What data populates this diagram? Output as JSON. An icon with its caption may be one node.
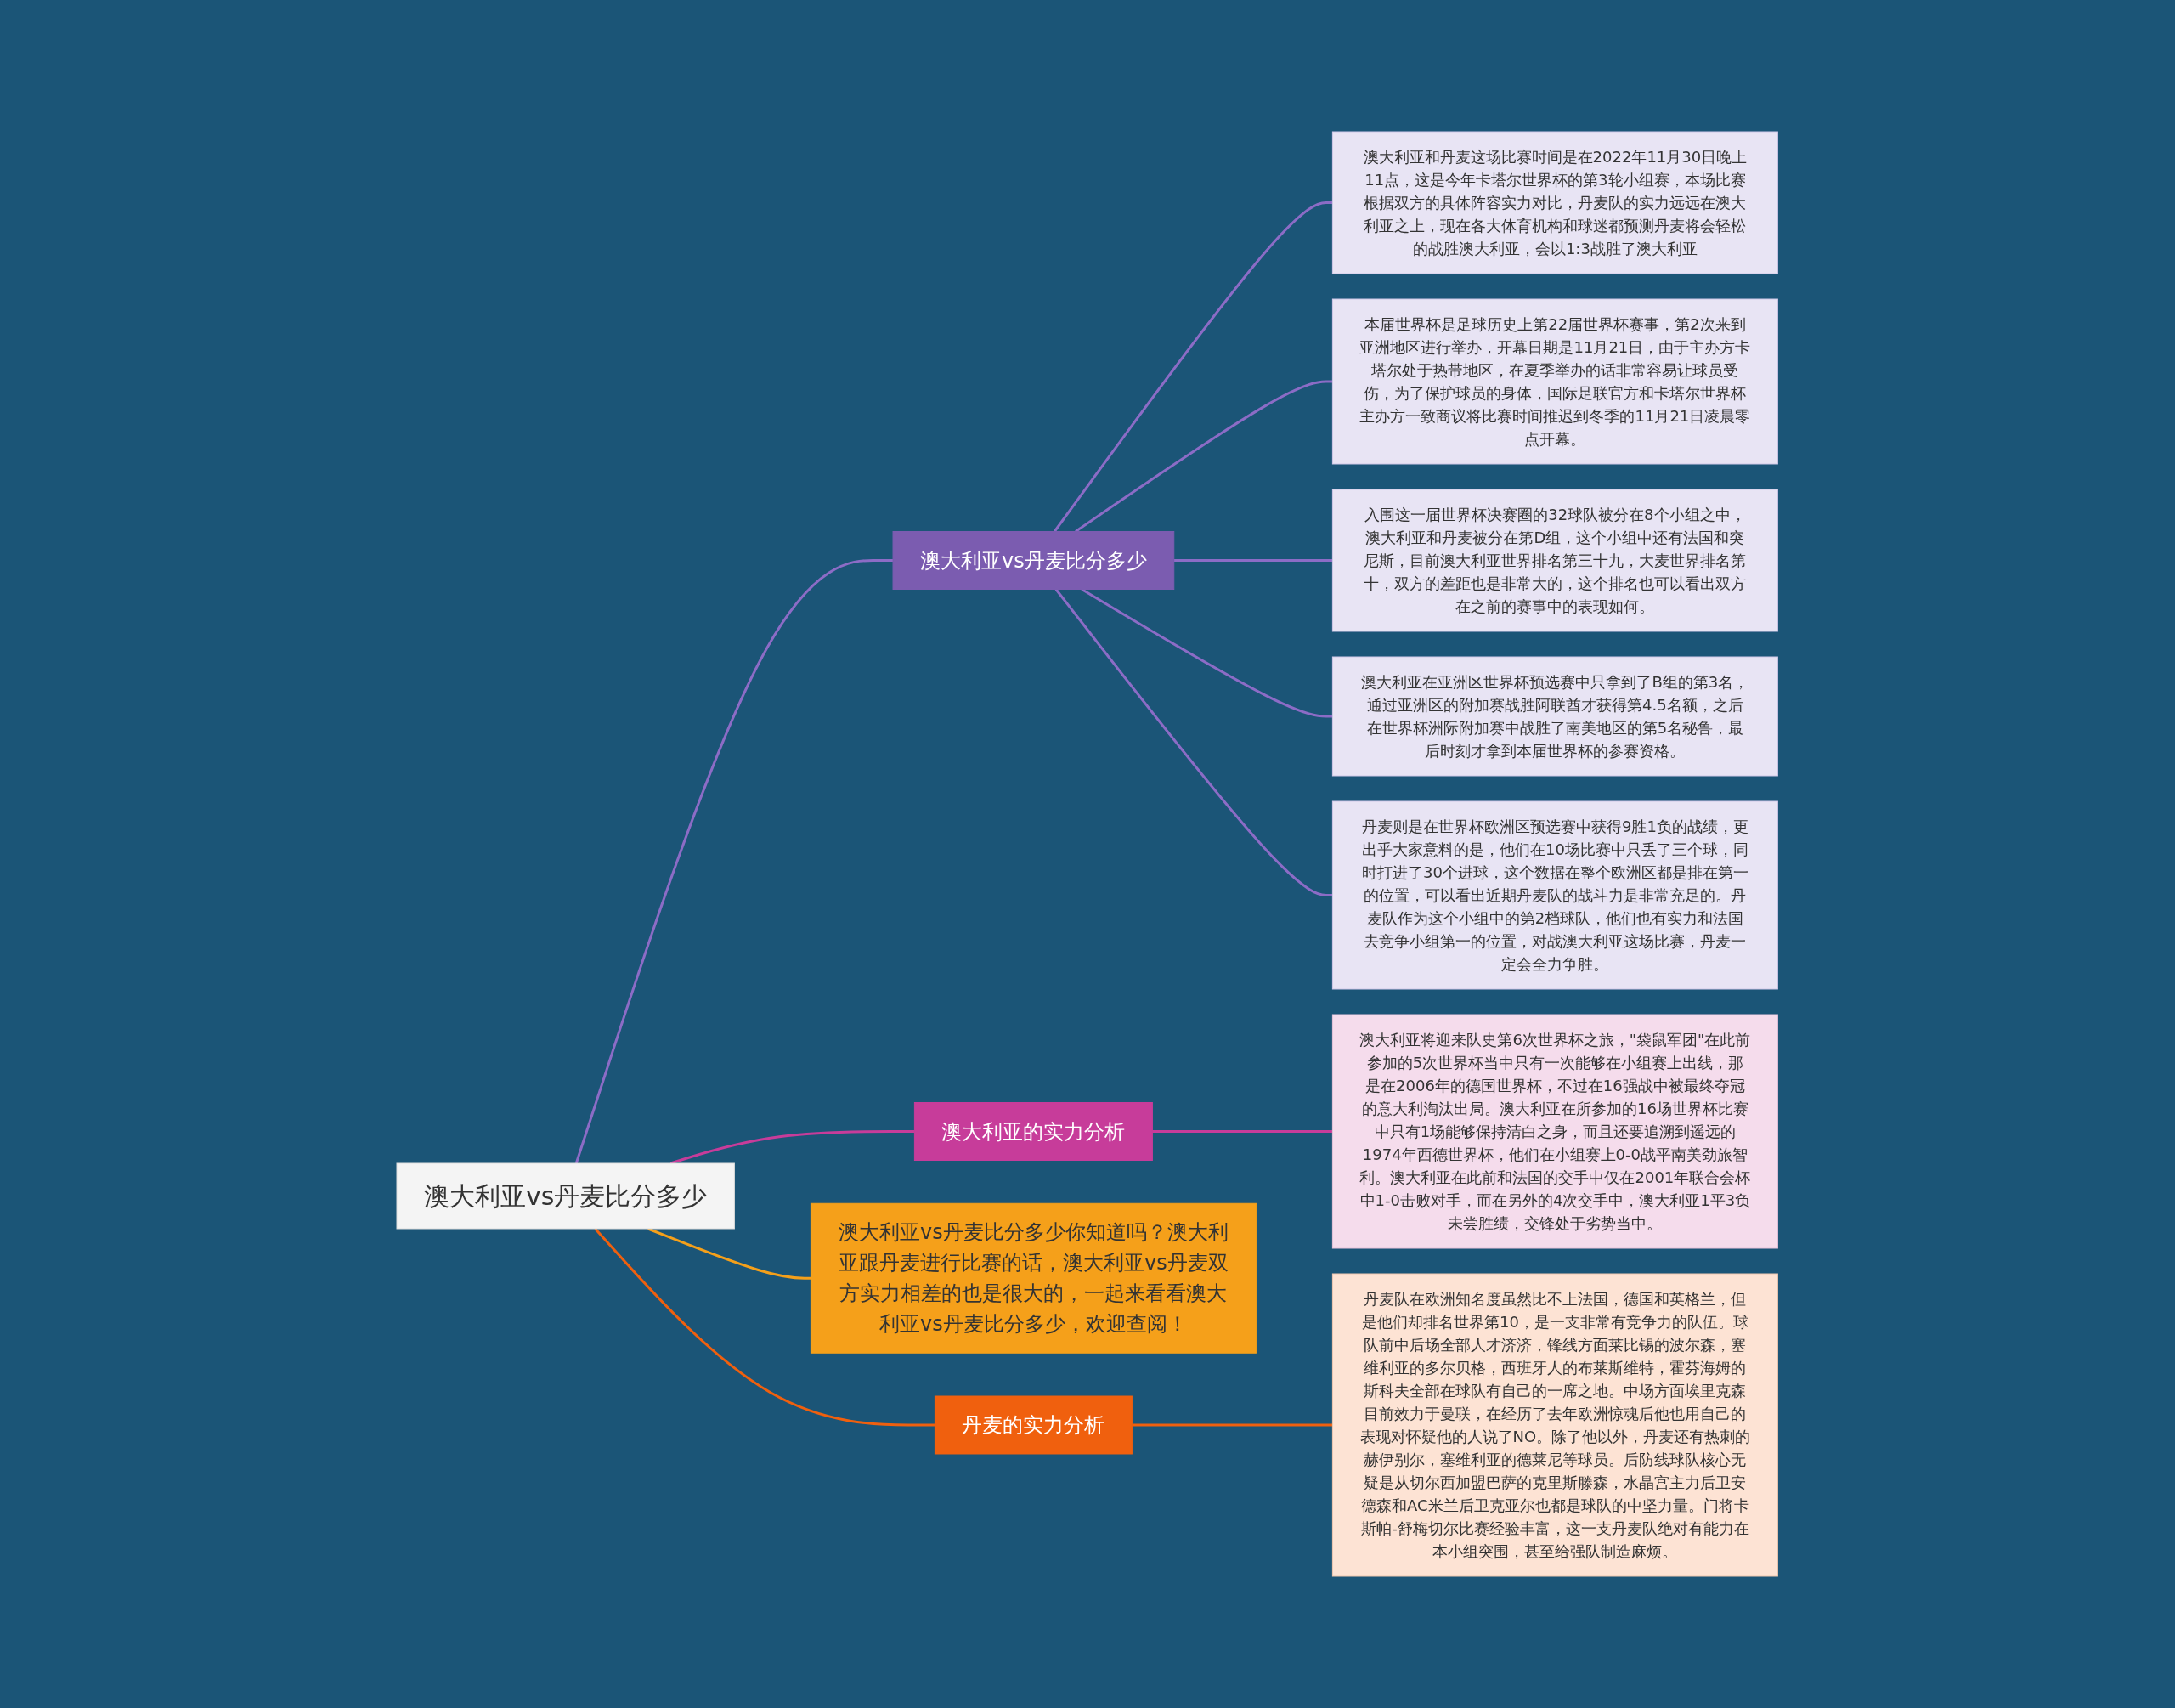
{
  "diagram": {
    "nodes": [
      {
        "text": [
          "澳大利亚vs丹麦比分多少"
        ]
      },
      {
        "text": [
          "澳大利亚vs丹麦比分多少"
        ]
      },
      {
        "text": [
          "澳大利亚和丹麦这场比赛时间是在2022年11月30日晚上11点，这是今年卡塔尔世界杯的第3轮小组赛，本场比赛根据双方的具体阵容实力对比，丹麦队的实力远远在澳大利亚之上，现在各大体育机构和球迷都预测丹麦将会轻松的战胜澳大利亚，会以1:3战胜了澳大利亚"
        ]
      },
      {
        "text": [
          "本届世界杯是足球历史上第22届世界杯赛事，第2次来到亚洲地区进行举办，开幕日期是11月21日，由于主办方卡塔尔处于热带地区，在夏季举办的话非常容易让球员受伤，为了保护球员的身体，国际足联官方和卡塔尔世界杯主办方一致商议将比赛时间推迟到冬季的11月21日凌晨零点开幕。"
        ]
      },
      {
        "text": [
          "入围这一届世界杯决赛圈的32球队被分在8个小组之中，澳大利亚和丹麦被分在第D组，这个小组中还有法国和突尼斯，目前澳大利亚世界排名第三十九，大麦世界排名第十，双方的差距也是非常大的，这个排名也可以看出双方在之前的赛事中的表现如何。"
        ]
      },
      {
        "text": [
          "澳大利亚在亚洲区世界杯预选赛中只拿到了B组的第3名，通过亚洲区的附加赛战胜阿联酋才获得第4.5名额，之后在世界杯洲际附加赛中战胜了南美地区的第5名秘鲁，最后时刻才拿到本届世界杯的参赛资格。"
        ]
      },
      {
        "text": [
          "丹麦则是在世界杯欧洲区预选赛中获得9胜1负的战绩，更出乎大家意料的是，他们在10场比赛中只丢了三个球，同时打进了30个进球，这个数据在整个欧洲区都是排在第一的位置，可以看出近期丹麦队的战斗力是非常充足的。丹麦队作为这个小组中的第2档球队，他们也有实力和法国去竞争小组第一的位置，对战澳大利亚这场比赛，丹麦一定会全力争胜。"
        ]
      },
      {
        "text": [
          "澳大利亚的实力分析"
        ]
      },
      {
        "text": [
          "澳大利亚将迎来队史第6次世界杯之旅，\"袋鼠军团\"在此前参加的5次世界杯当中只有一次能够在小组赛上出线，那是在2006年的德国世界杯，不过在16强战中被最终夺冠的意大利淘汰出局。澳大利亚在所参加的16场世界杯比赛中只有1场能够保持清白之身，而且还要追溯到遥远的1974年西德世界杯，他们在小组赛上0-0战平南美劲旅智利。澳大利亚在此前和法国的交手中仅在2001年联合会杯中1-0击败对手，而在另外的4次交手中，澳大利亚1平3负未尝胜绩，交锋处于劣势当中。"
        ]
      },
      {
        "text": [
          "澳大利亚vs丹麦比分多少你知道吗？澳大利亚跟丹麦进行比赛的话，澳大利亚vs丹麦双方实力相差的也是很大的，一起来看看澳大利亚vs丹麦比分多少，欢迎查阅！"
        ]
      },
      {
        "text": [
          "丹麦的实力分析"
        ]
      },
      {
        "text": [
          "丹麦队在欧洲知名度虽然比不上法国，德国和英格兰，但是他们却排名世界第10，是一支非常有竞争力的队伍。球队前中后场全部人才济济，锋线方面莱比锡的波尔森，塞维利亚的多尔贝格，西班牙人的布莱斯维特，霍芬海姆的斯科夫全部在球队有自己的一席之地。中场方面埃里克森目前效力于曼联，在经历了去年欧洲惊魂后他也用自己的表现对怀疑他的人说了NO。除了他以外，丹麦还有热刺的赫伊别尔，塞维利亚的德莱尼等球员。后防线球队核心无疑是从切尔西加盟巴萨的克里斯滕森，水晶宫主力后卫安德森和AC米兰后卫克亚尔也都是球队的中坚力量。门将卡斯帕-舒梅切尔比赛经验丰富，这一支丹麦队绝对有能力在本小组突围，甚至给强队制造麻烦。"
        ]
      }
    ],
    "edges": [
      {
        "from": 0,
        "to": 1,
        "arrow": "none"
      },
      {
        "from": 1,
        "to": 2,
        "arrow": "none"
      },
      {
        "from": 1,
        "to": 3,
        "arrow": "none"
      },
      {
        "from": 1,
        "to": 4,
        "arrow": "none"
      },
      {
        "from": 1,
        "to": 5,
        "arrow": "none"
      },
      {
        "from": 1,
        "to": 6,
        "arrow": "none"
      },
      {
        "from": 0,
        "to": 7,
        "arrow": "none",
        "color": "#c73c9a"
      },
      {
        "from": 7,
        "to": 8,
        "arrow": "none",
        "color": "#c73c9a"
      },
      {
        "from": 0,
        "to": 9,
        "arrow": "none",
        "color": "#f5a01a"
      },
      {
        "from": 0,
        "to": 10,
        "arrow": "none",
        "color": "#f0600e"
      },
      {
        "from": 10,
        "to": 11,
        "arrow": "none",
        "color": "#f0600e"
      }
    ]
  }
}
